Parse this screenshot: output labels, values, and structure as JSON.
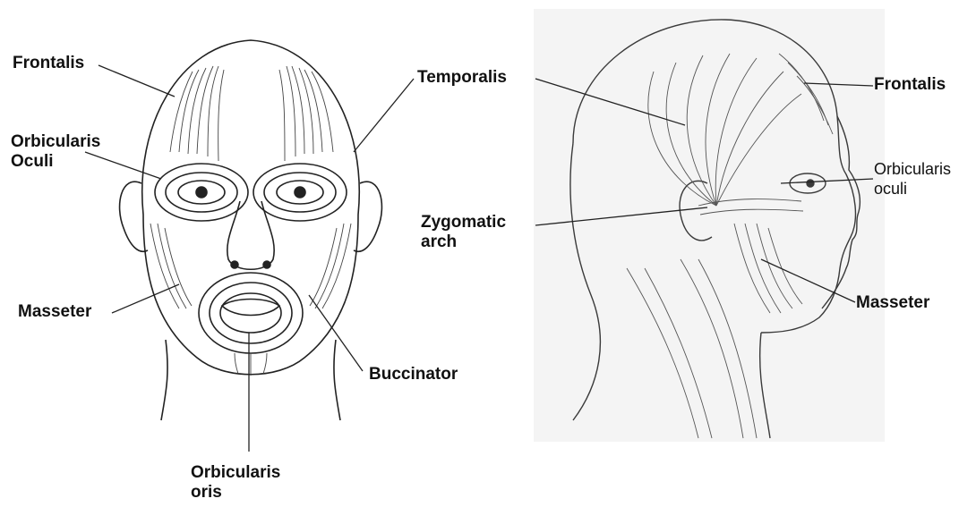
{
  "labels": {
    "front": {
      "frontalis": "Frontalis",
      "orbicularis_oculi_1": "Orbicularis",
      "orbicularis_oculi_2": "Oculi",
      "masseter": "Masseter",
      "buccinator": "Buccinator",
      "orbicularis_oris_1": "Orbicularis",
      "orbicularis_oris_2": "oris"
    },
    "side": {
      "temporalis": "Temporalis",
      "frontalis": "Frontalis",
      "zygomatic_1": "Zygomatic",
      "zygomatic_2": "arch",
      "orbicularis_oculi_1": "Orbicularis",
      "orbicularis_oculi_2": "oculi",
      "masseter": "Masseter"
    }
  },
  "colors": {
    "line": "#222222",
    "side_panel_bg": "#f4f4f4",
    "sketch": "#3a3a3a"
  }
}
